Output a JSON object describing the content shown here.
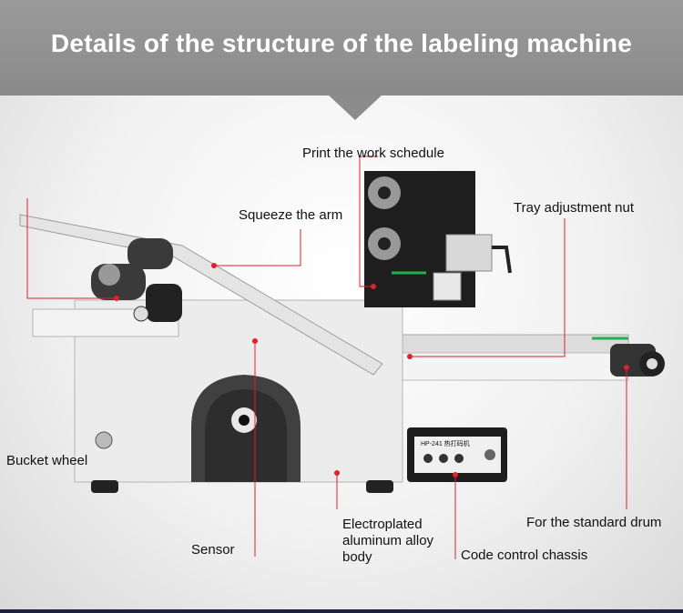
{
  "header": {
    "title": "Details of the structure of the labeling machine"
  },
  "labels": {
    "print_schedule": "Print the work schedule",
    "squeeze_arm": "Squeeze the arm",
    "tray_nut": "Tray adjustment nut",
    "bucket_wheel": "Bucket wheel",
    "sensor": "Sensor",
    "alloy_body": "Electroplated aluminum alloy body",
    "standard_drum": "For the standard drum",
    "code_chassis": "Code control chassis"
  },
  "controller": {
    "model_text": "HP-241 热打码机"
  },
  "colors": {
    "banner": "#8f8f8f",
    "callout": "#e0202c",
    "machine_body": "#e9e9e9"
  }
}
